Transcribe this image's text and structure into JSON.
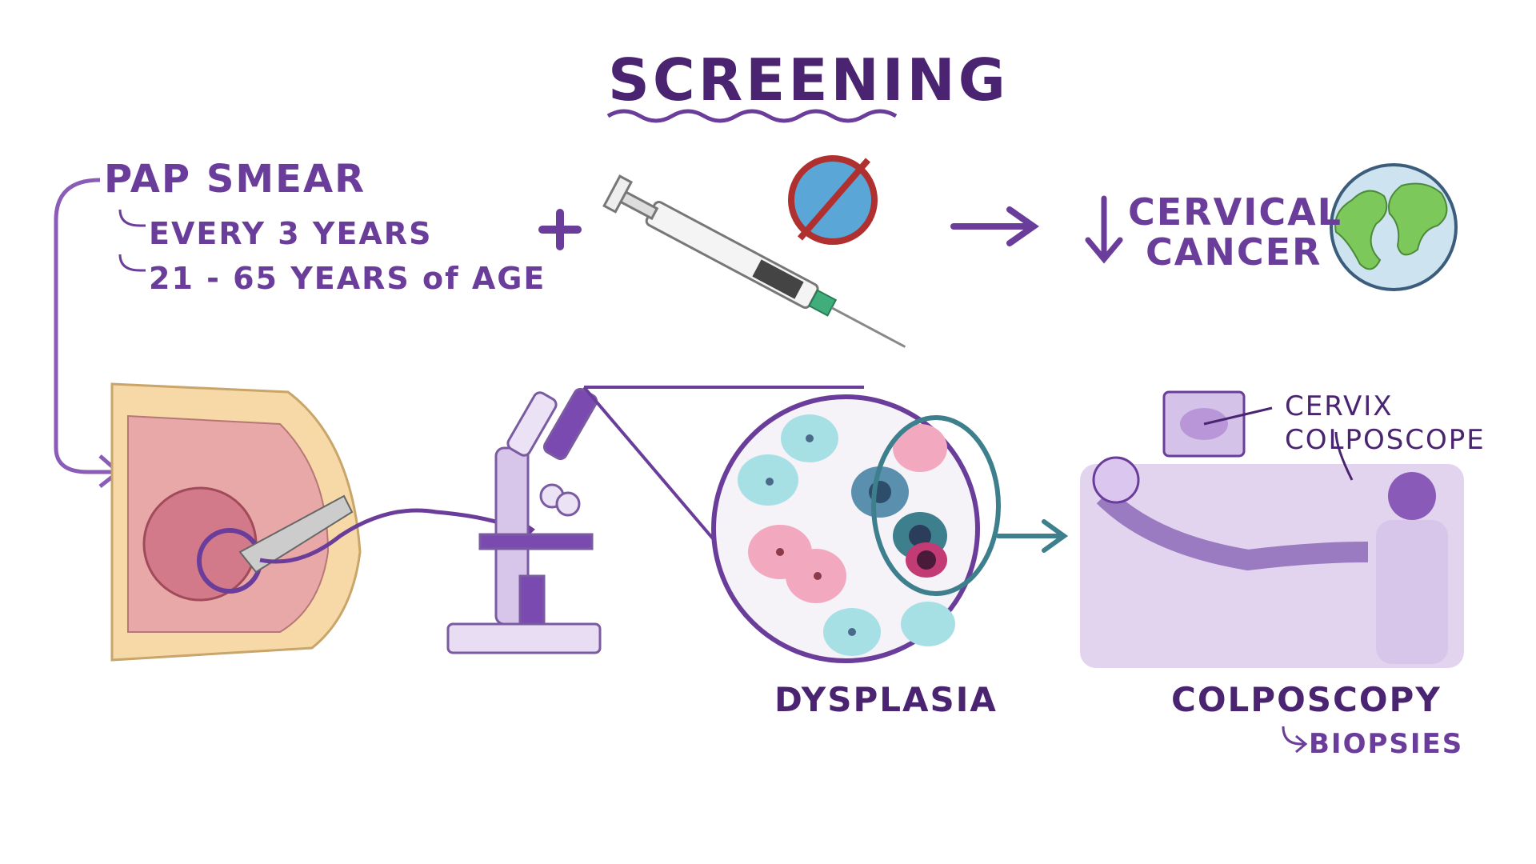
{
  "title": "SCREENING",
  "pap_smear": {
    "heading": "PAP SMEAR",
    "frequency": "EVERY 3 YEARS",
    "age_range": "21 - 65 YEARS of AGE"
  },
  "outcome": {
    "line1": "CERVICAL",
    "line2": "CANCER"
  },
  "dysplasia_label": "DYSPLASIA",
  "colposcopy": {
    "label": "COLPOSCOPY",
    "sub": "BIOPSIES",
    "cervix": "CERVIX",
    "colposcope": "COLPOSCOPE"
  },
  "colors": {
    "primary": "#6a3d9a",
    "dark": "#4a2470",
    "teal": "#3d7f8c",
    "no_sign_red": "#b03030",
    "globe_water": "#cde4f0",
    "globe_land": "#7cc85a"
  },
  "icons": [
    "syringe-icon",
    "no-virus-icon",
    "globe-icon",
    "microscope-icon",
    "plus-icon",
    "down-arrow-icon",
    "right-arrow-icon"
  ]
}
